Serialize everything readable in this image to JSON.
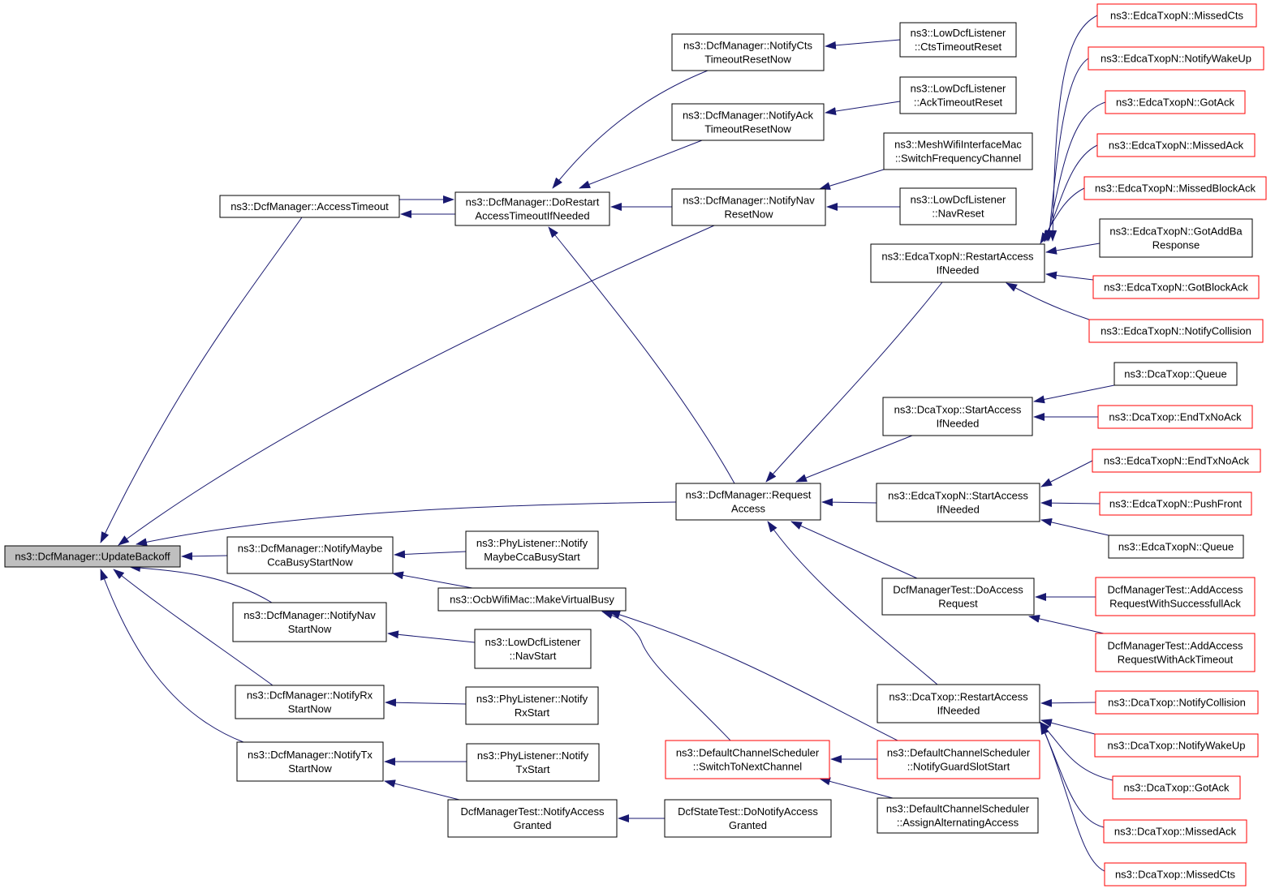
{
  "colors": {
    "edge": "#191970",
    "normal_border": "#000000",
    "red_border": "#ff0000",
    "root_fill": "#bfbfbf"
  },
  "nodes": [
    {
      "id": "n0",
      "lines": [
        "ns3::DcfManager::UpdateBackoff"
      ],
      "style": "root"
    },
    {
      "id": "n1",
      "lines": [
        "ns3::DcfManager::AccessTimeout"
      ],
      "style": "normal"
    },
    {
      "id": "n2",
      "lines": [
        "ns3::DcfManager::DoRestart",
        "AccessTimeoutIfNeeded"
      ],
      "style": "normal"
    },
    {
      "id": "n3",
      "lines": [
        "ns3::DcfManager::NotifyCts",
        "TimeoutResetNow"
      ],
      "style": "normal"
    },
    {
      "id": "n4",
      "lines": [
        "ns3::DcfManager::NotifyAck",
        "TimeoutResetNow"
      ],
      "style": "normal"
    },
    {
      "id": "n5",
      "lines": [
        "ns3::DcfManager::NotifyNav",
        "ResetNow"
      ],
      "style": "normal"
    },
    {
      "id": "n6",
      "lines": [
        "ns3::LowDcfListener",
        "::CtsTimeoutReset"
      ],
      "style": "normal"
    },
    {
      "id": "n7",
      "lines": [
        "ns3::LowDcfListener",
        "::AckTimeoutReset"
      ],
      "style": "normal"
    },
    {
      "id": "n8",
      "lines": [
        "ns3::MeshWifiInterfaceMac",
        "::SwitchFrequencyChannel"
      ],
      "style": "normal"
    },
    {
      "id": "n9",
      "lines": [
        "ns3::LowDcfListener",
        "::NavReset"
      ],
      "style": "normal"
    },
    {
      "id": "n10",
      "lines": [
        "ns3::DcfManager::Request",
        "Access"
      ],
      "style": "normal"
    },
    {
      "id": "n11",
      "lines": [
        "ns3::EdcaTxopN::RestartAccess",
        "IfNeeded"
      ],
      "style": "normal"
    },
    {
      "id": "n12",
      "lines": [
        "ns3::EdcaTxopN::MissedCts"
      ],
      "style": "red"
    },
    {
      "id": "n13",
      "lines": [
        "ns3::EdcaTxopN::NotifyWakeUp"
      ],
      "style": "red"
    },
    {
      "id": "n14",
      "lines": [
        "ns3::EdcaTxopN::GotAck"
      ],
      "style": "red"
    },
    {
      "id": "n15",
      "lines": [
        "ns3::EdcaTxopN::MissedAck"
      ],
      "style": "red"
    },
    {
      "id": "n16",
      "lines": [
        "ns3::EdcaTxopN::MissedBlockAck"
      ],
      "style": "red"
    },
    {
      "id": "n17",
      "lines": [
        "ns3::EdcaTxopN::GotAddBa",
        "Response"
      ],
      "style": "normal"
    },
    {
      "id": "n18",
      "lines": [
        "ns3::EdcaTxopN::GotBlockAck"
      ],
      "style": "red"
    },
    {
      "id": "n19",
      "lines": [
        "ns3::EdcaTxopN::NotifyCollision"
      ],
      "style": "red"
    },
    {
      "id": "n20",
      "lines": [
        "ns3::DcaTxop::StartAccess",
        "IfNeeded"
      ],
      "style": "normal"
    },
    {
      "id": "n21",
      "lines": [
        "ns3::DcaTxop::Queue"
      ],
      "style": "normal"
    },
    {
      "id": "n22",
      "lines": [
        "ns3::DcaTxop::EndTxNoAck"
      ],
      "style": "red"
    },
    {
      "id": "n23",
      "lines": [
        "ns3::EdcaTxopN::StartAccess",
        "IfNeeded"
      ],
      "style": "normal"
    },
    {
      "id": "n24",
      "lines": [
        "ns3::EdcaTxopN::EndTxNoAck"
      ],
      "style": "red"
    },
    {
      "id": "n25",
      "lines": [
        "ns3::EdcaTxopN::PushFront"
      ],
      "style": "red"
    },
    {
      "id": "n26",
      "lines": [
        "ns3::EdcaTxopN::Queue"
      ],
      "style": "normal"
    },
    {
      "id": "n27",
      "lines": [
        "DcfManagerTest::DoAccess",
        "Request"
      ],
      "style": "normal"
    },
    {
      "id": "n28",
      "lines": [
        "DcfManagerTest::AddAccess",
        "RequestWithSuccessfullAck"
      ],
      "style": "red"
    },
    {
      "id": "n29",
      "lines": [
        "DcfManagerTest::AddAccess",
        "RequestWithAckTimeout"
      ],
      "style": "red"
    },
    {
      "id": "n30",
      "lines": [
        "ns3::DcaTxop::RestartAccess",
        "IfNeeded"
      ],
      "style": "normal"
    },
    {
      "id": "n31",
      "lines": [
        "ns3::DcaTxop::NotifyCollision"
      ],
      "style": "red"
    },
    {
      "id": "n32",
      "lines": [
        "ns3::DcaTxop::NotifyWakeUp"
      ],
      "style": "red"
    },
    {
      "id": "n33",
      "lines": [
        "ns3::DcaTxop::GotAck"
      ],
      "style": "red"
    },
    {
      "id": "n34",
      "lines": [
        "ns3::DcaTxop::MissedAck"
      ],
      "style": "red"
    },
    {
      "id": "n35",
      "lines": [
        "ns3::DcaTxop::MissedCts"
      ],
      "style": "red"
    },
    {
      "id": "n36",
      "lines": [
        "ns3::DcfManager::NotifyMaybe",
        "CcaBusyStartNow"
      ],
      "style": "normal"
    },
    {
      "id": "n37",
      "lines": [
        "ns3::PhyListener::Notify",
        "MaybeCcaBusyStart"
      ],
      "style": "normal"
    },
    {
      "id": "n38",
      "lines": [
        "ns3::OcbWifiMac::MakeVirtualBusy"
      ],
      "style": "normal"
    },
    {
      "id": "n39",
      "lines": [
        "ns3::DcfManager::NotifyNav",
        "StartNow"
      ],
      "style": "normal"
    },
    {
      "id": "n40",
      "lines": [
        "ns3::LowDcfListener",
        "::NavStart"
      ],
      "style": "normal"
    },
    {
      "id": "n41",
      "lines": [
        "ns3::DcfManager::NotifyRx",
        "StartNow"
      ],
      "style": "normal"
    },
    {
      "id": "n42",
      "lines": [
        "ns3::PhyListener::Notify",
        "RxStart"
      ],
      "style": "normal"
    },
    {
      "id": "n43",
      "lines": [
        "ns3::DcfManager::NotifyTx",
        "StartNow"
      ],
      "style": "normal"
    },
    {
      "id": "n44",
      "lines": [
        "ns3::PhyListener::Notify",
        "TxStart"
      ],
      "style": "normal"
    },
    {
      "id": "n45",
      "lines": [
        "DcfManagerTest::NotifyAccess",
        "Granted"
      ],
      "style": "normal"
    },
    {
      "id": "n46",
      "lines": [
        "DcfStateTest::DoNotifyAccess",
        "Granted"
      ],
      "style": "normal"
    },
    {
      "id": "n47",
      "lines": [
        "ns3::DefaultChannelScheduler",
        "::SwitchToNextChannel"
      ],
      "style": "red"
    },
    {
      "id": "n48",
      "lines": [
        "ns3::DefaultChannelScheduler",
        "::NotifyGuardSlotStart"
      ],
      "style": "red"
    },
    {
      "id": "n49",
      "lines": [
        "ns3::DefaultChannelScheduler",
        "::AssignAlternatingAccess"
      ],
      "style": "normal"
    }
  ],
  "edges": [
    {
      "from": "n1",
      "to": "n0"
    },
    {
      "from": "n5",
      "to": "n0"
    },
    {
      "from": "n10",
      "to": "n0"
    },
    {
      "from": "n36",
      "to": "n0"
    },
    {
      "from": "n39",
      "to": "n0"
    },
    {
      "from": "n41",
      "to": "n0"
    },
    {
      "from": "n43",
      "to": "n0"
    },
    {
      "from": "n2",
      "to": "n1"
    },
    {
      "from": "n1",
      "to": "n2"
    },
    {
      "from": "n3",
      "to": "n2"
    },
    {
      "from": "n4",
      "to": "n2"
    },
    {
      "from": "n5",
      "to": "n2"
    },
    {
      "from": "n10",
      "to": "n2"
    },
    {
      "from": "n6",
      "to": "n3"
    },
    {
      "from": "n7",
      "to": "n4"
    },
    {
      "from": "n8",
      "to": "n5"
    },
    {
      "from": "n9",
      "to": "n5"
    },
    {
      "from": "n11",
      "to": "n10"
    },
    {
      "from": "n20",
      "to": "n10"
    },
    {
      "from": "n23",
      "to": "n10"
    },
    {
      "from": "n27",
      "to": "n10"
    },
    {
      "from": "n30",
      "to": "n10"
    },
    {
      "from": "n12",
      "to": "n11"
    },
    {
      "from": "n13",
      "to": "n11"
    },
    {
      "from": "n14",
      "to": "n11"
    },
    {
      "from": "n15",
      "to": "n11"
    },
    {
      "from": "n16",
      "to": "n11"
    },
    {
      "from": "n17",
      "to": "n11"
    },
    {
      "from": "n18",
      "to": "n11"
    },
    {
      "from": "n19",
      "to": "n11"
    },
    {
      "from": "n21",
      "to": "n20"
    },
    {
      "from": "n22",
      "to": "n20"
    },
    {
      "from": "n24",
      "to": "n23"
    },
    {
      "from": "n25",
      "to": "n23"
    },
    {
      "from": "n26",
      "to": "n23"
    },
    {
      "from": "n28",
      "to": "n27"
    },
    {
      "from": "n29",
      "to": "n27"
    },
    {
      "from": "n31",
      "to": "n30"
    },
    {
      "from": "n32",
      "to": "n30"
    },
    {
      "from": "n33",
      "to": "n30"
    },
    {
      "from": "n34",
      "to": "n30"
    },
    {
      "from": "n35",
      "to": "n30"
    },
    {
      "from": "n37",
      "to": "n36"
    },
    {
      "from": "n38",
      "to": "n36"
    },
    {
      "from": "n47",
      "to": "n38"
    },
    {
      "from": "n48",
      "to": "n38"
    },
    {
      "from": "n40",
      "to": "n39"
    },
    {
      "from": "n42",
      "to": "n41"
    },
    {
      "from": "n44",
      "to": "n43"
    },
    {
      "from": "n45",
      "to": "n43"
    },
    {
      "from": "n46",
      "to": "n45"
    },
    {
      "from": "n48",
      "to": "n47"
    },
    {
      "from": "n49",
      "to": "n47"
    }
  ]
}
